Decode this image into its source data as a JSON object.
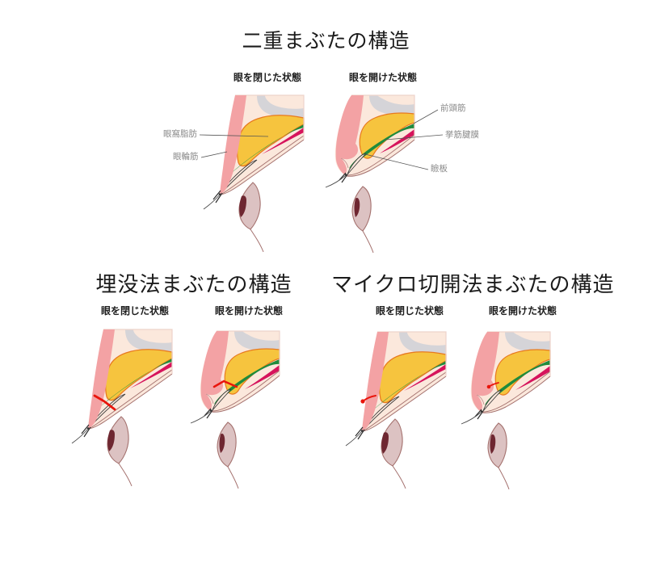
{
  "page": {
    "main_title": "二重まぶたの構造",
    "sections": {
      "double_eyelid": {
        "title": "二重まぶたの構造",
        "closed_state_label": "眼を閉じた状態",
        "open_state_label": "眼を開けた状態",
        "annotations": {
          "orbital_fat": "眼窩脂肪",
          "orbicularis_muscle": "眼輪筋",
          "frontalis_muscle": "前頭筋",
          "levator_aponeurosis": "挙筋腱膜",
          "tarsal_plate": "瞼板"
        }
      },
      "buried_suture": {
        "title": "埋没法まぶたの構造",
        "closed_state_label": "眼を閉じた状態",
        "open_state_label": "眼を開けた状態"
      },
      "micro_incision": {
        "title": "マイクロ切開法まぶたの構造",
        "closed_state_label": "眼を閉じた状態",
        "open_state_label": "眼を開けた状態"
      }
    },
    "colors": {
      "skin_pink": "#F3A2A4",
      "tissue_cream": "#FBE8DC",
      "septum_gray": "#D5D4D8",
      "fat_yellow": "#F6C43E",
      "fat_outline_orange": "#E8791F",
      "levator_green": "#1F8B3C",
      "muller_magenta": "#D6145C",
      "margin_brown": "#A4716E",
      "eyeball_fill": "#DCC2C2",
      "iris_dark": "#6E2731",
      "suture_red": "#E9150C",
      "label_gray": "#8A8A8A"
    }
  }
}
